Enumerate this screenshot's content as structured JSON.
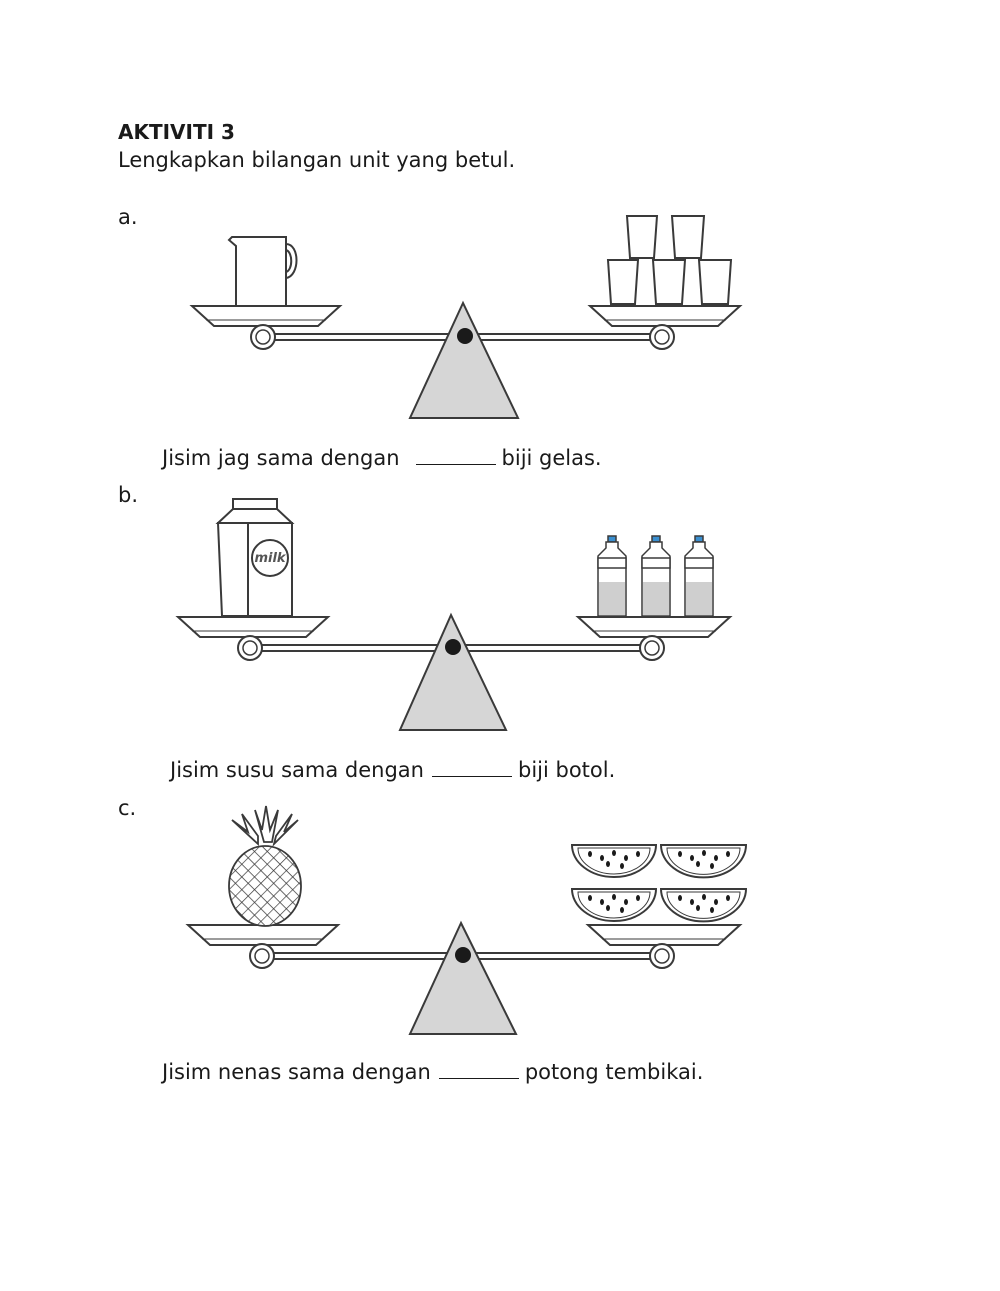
{
  "worksheet": {
    "title": "AKTIVITI 3",
    "instruction": "Lengkapkan bilangan unit yang betul."
  },
  "questions": [
    {
      "label": "a.",
      "sentence_before": "Jisim jag sama dengan",
      "sentence_after": "biji gelas.",
      "left_item": "jug",
      "right_item": "glass",
      "right_count": 5
    },
    {
      "label": "b.",
      "sentence_before": "Jisim susu sama dengan",
      "sentence_after": "biji botol.",
      "left_item": "milk carton",
      "left_item_text": "milk",
      "right_item": "water bottle",
      "right_count": 3
    },
    {
      "label": "c.",
      "sentence_before": "Jisim nenas sama dengan",
      "sentence_after": "potong tembikai.",
      "left_item": "pineapple",
      "right_item": "watermelon slice",
      "right_count": 4
    }
  ],
  "colors": {
    "fulcrum": "#d6d6d6",
    "outline": "#3a3a3a",
    "bottle_cap": "#3a8fd0",
    "bottle_water": "#cfcfcf"
  }
}
